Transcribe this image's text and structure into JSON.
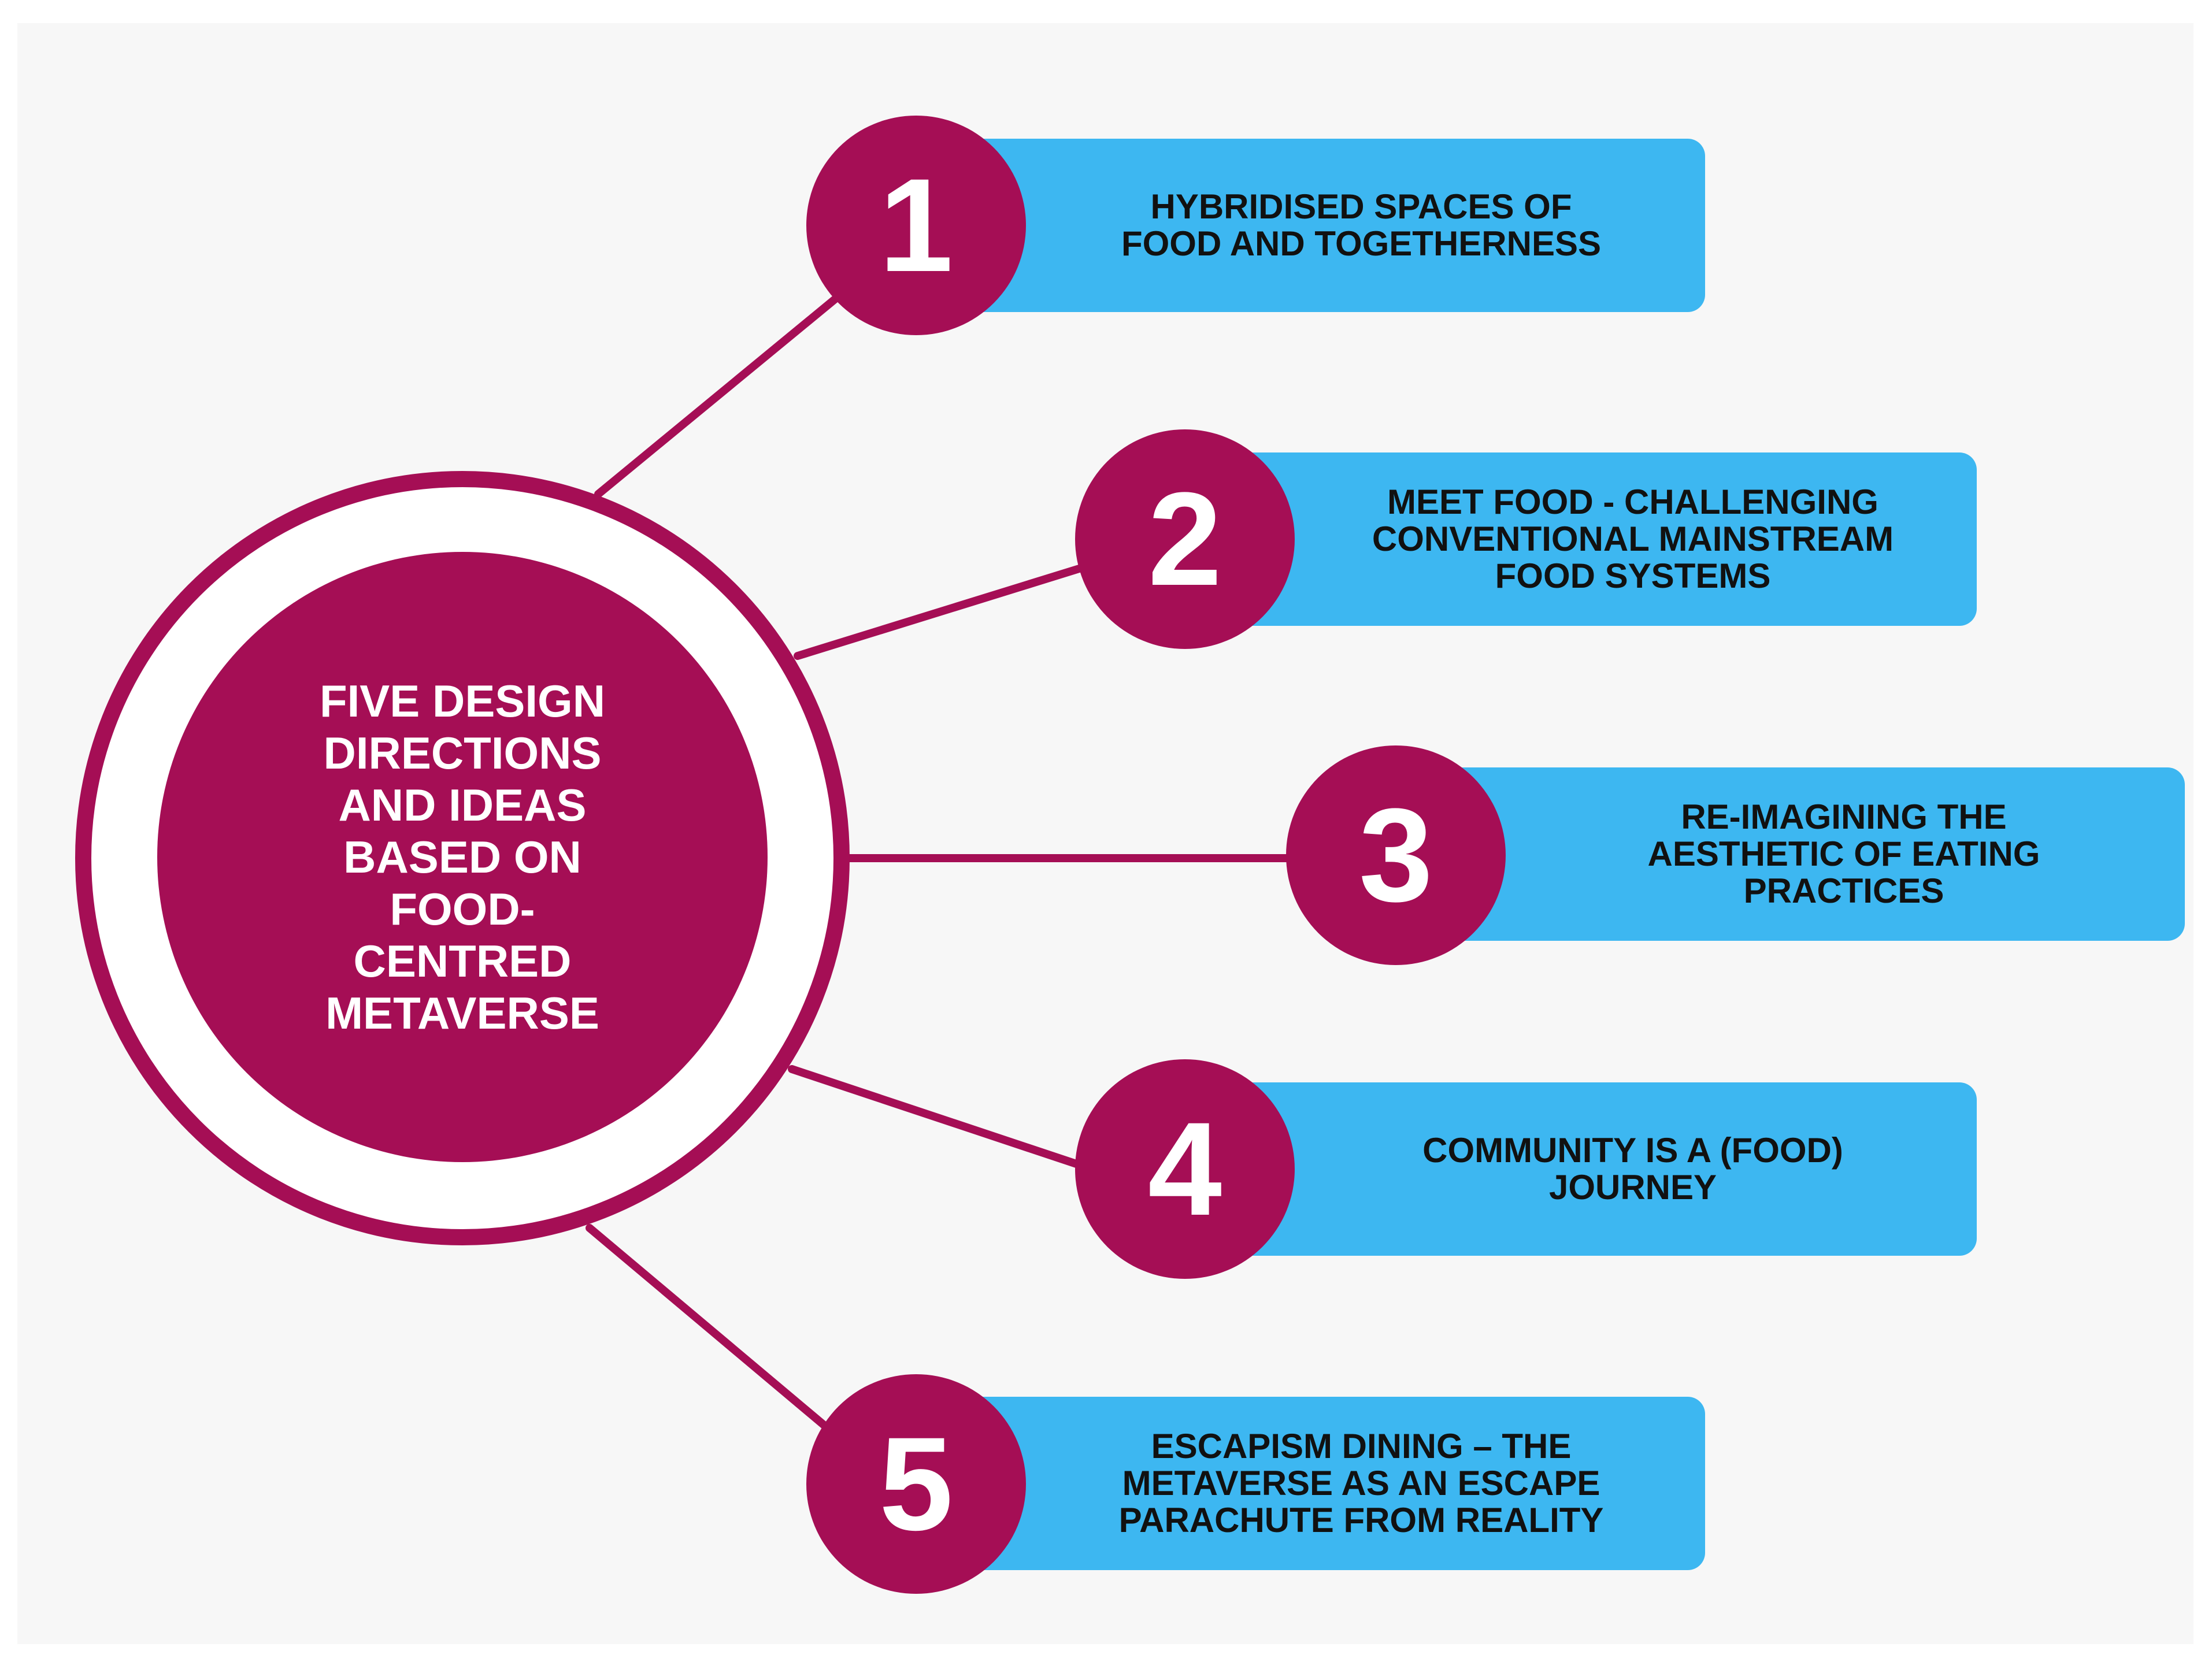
{
  "diagram": {
    "hub": {
      "title": "FIVE DESIGN\nDIRECTIONS\nAND IDEAS\nBASED ON\nFOOD-\nCENTRED\nMETAVERSE"
    },
    "directions": [
      {
        "number": "1",
        "label": "HYBRIDISED SPACES OF\nFOOD AND TOGETHERNESS"
      },
      {
        "number": "2",
        "label": "MEET FOOD - CHALLENGING\nCONVENTIONAL MAINSTREAM\nFOOD SYSTEMS"
      },
      {
        "number": "3",
        "label": "RE-IMAGINING THE\nAESTHETIC OF EATING\nPRACTICES"
      },
      {
        "number": "4",
        "label": "COMMUNITY IS A (FOOD)\nJOURNEY"
      },
      {
        "number": "5",
        "label": "ESCAPISM DINING – THE\nMETAVERSE AS AN ESCAPE\nPARACHUTE FROM REALITY"
      }
    ],
    "colors": {
      "hub": "#a50e55",
      "badge": "#a50e55",
      "card": "#3db7f1",
      "connector": "#a50e55",
      "background": "#f7f7f7"
    }
  }
}
